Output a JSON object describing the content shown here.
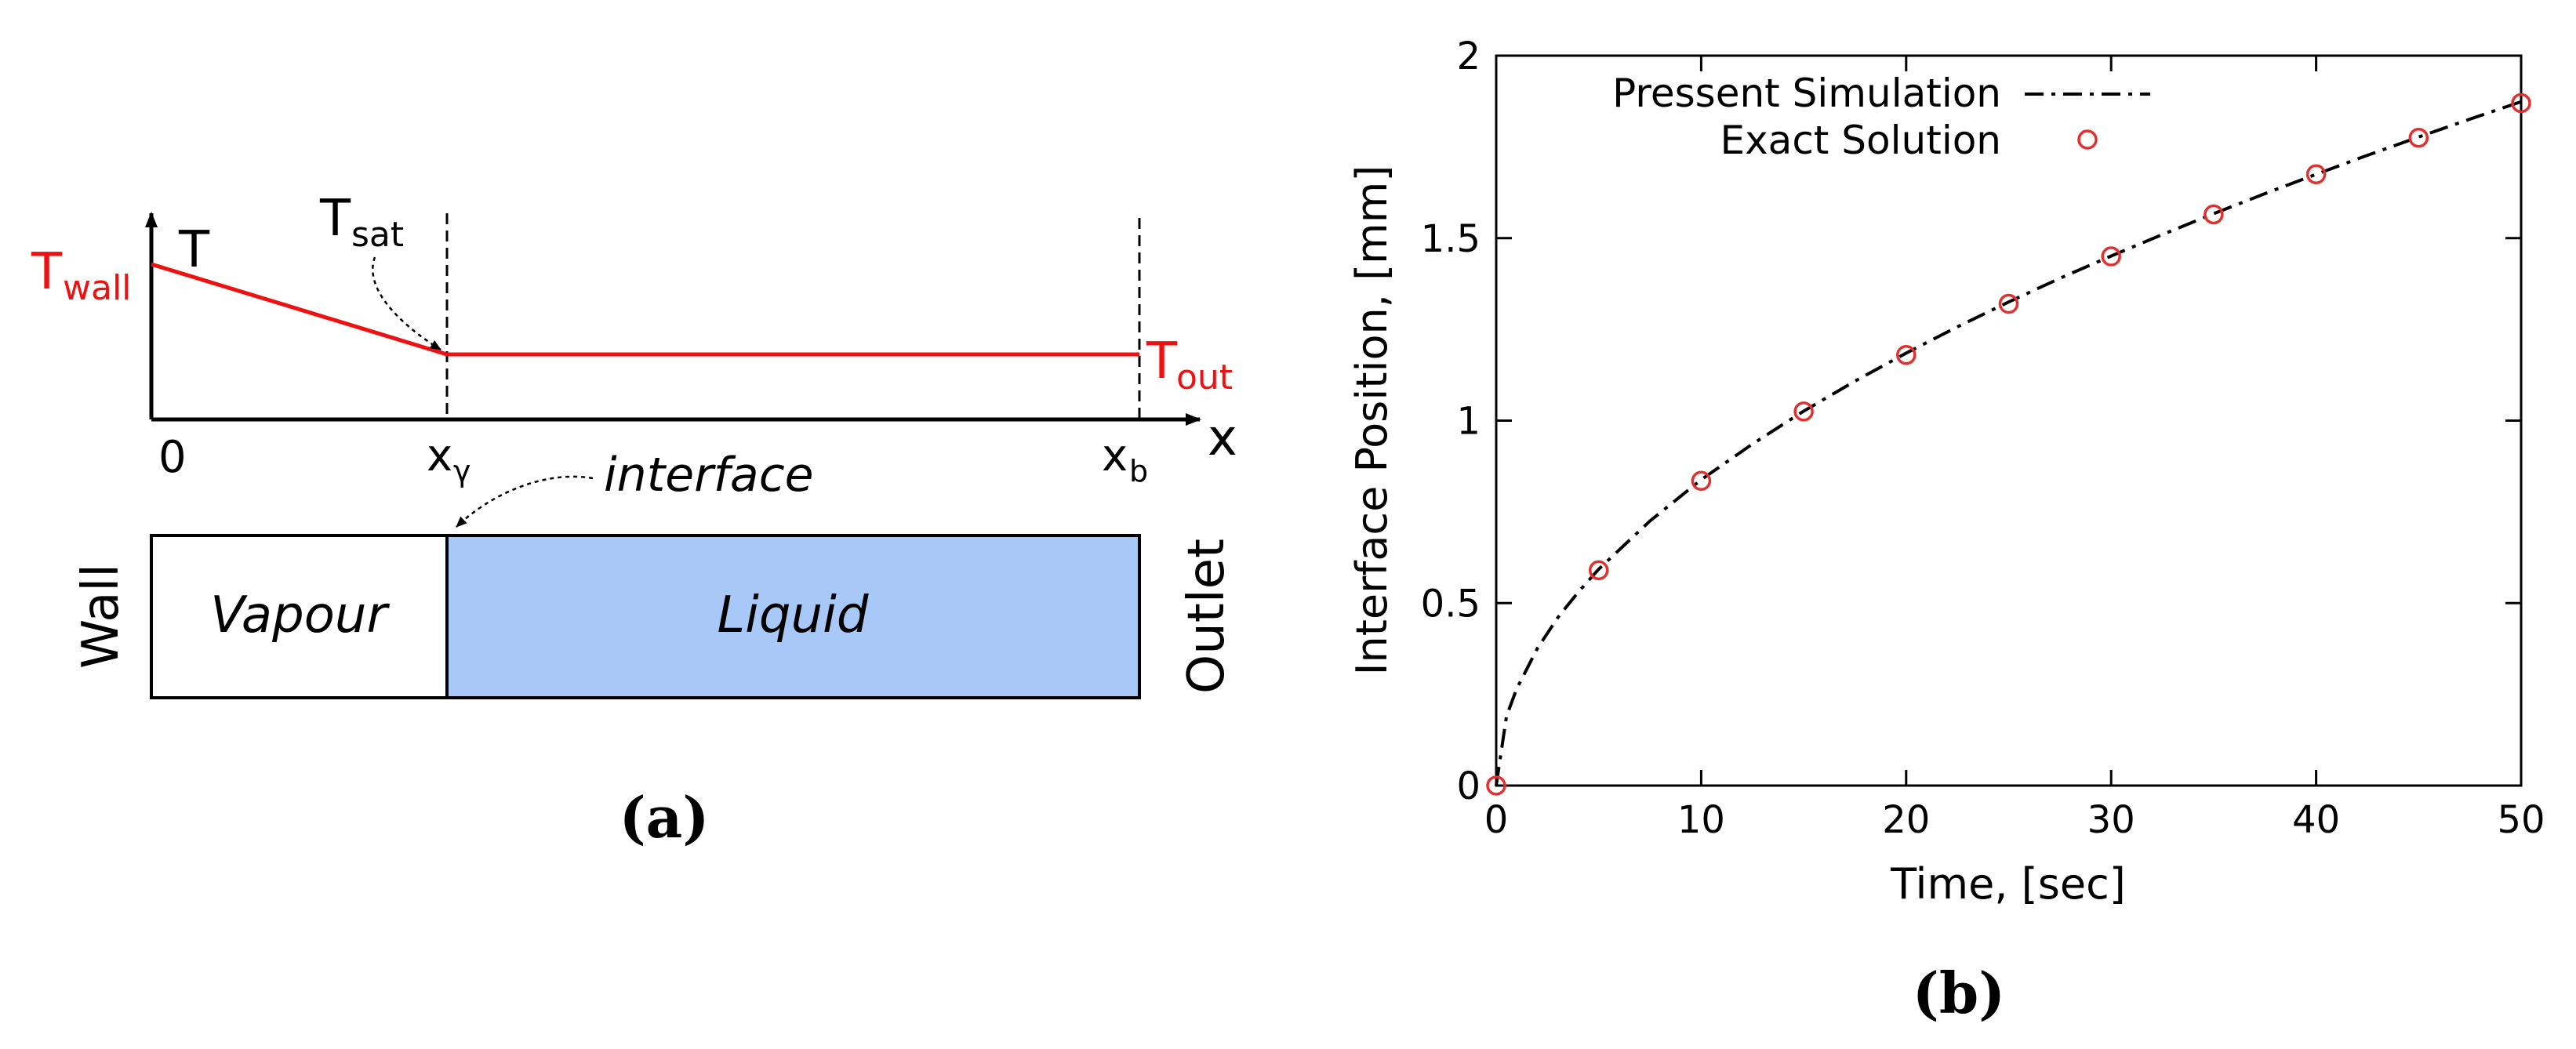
{
  "panel_a": {
    "caption": "(a)",
    "axis": {
      "y_symbol": "T",
      "x_symbol": "x"
    },
    "ticks": {
      "origin": "0",
      "x_gamma_main": "x",
      "x_gamma_sub": "γ",
      "x_b_main": "x",
      "x_b_sub": "b"
    },
    "labels": {
      "t_wall_main": "T",
      "t_wall_sub": "wall",
      "t_sat_main": "T",
      "t_sat_sub": "sat",
      "t_out_main": "T",
      "t_out_sub": "out",
      "interface": "interface"
    },
    "domain": {
      "left_boundary": "Wall",
      "right_boundary": "Outlet",
      "vapour": "Vapour",
      "liquid": "Liquid"
    },
    "colors": {
      "profile": "#ee1111",
      "liquid_fill": "#a8c8f8",
      "axes": "#000000"
    }
  },
  "panel_b": {
    "caption": "(b)",
    "colors": {
      "line": "#000000",
      "markers": "#e03030"
    }
  },
  "chart_data": {
    "type": "line",
    "xlabel": "Time, [sec]",
    "ylabel": "Interface Position, [mm]",
    "xlim": [
      0,
      50
    ],
    "ylim": [
      0,
      2
    ],
    "xticks": [
      0,
      10,
      20,
      30,
      40,
      50
    ],
    "yticks": [
      0,
      0.5,
      1,
      1.5,
      2
    ],
    "ytick_labels": [
      "0",
      "0.5",
      "1",
      "1.5",
      "2"
    ],
    "xtick_labels": [
      "0",
      "10",
      "20",
      "30",
      "40",
      "50"
    ],
    "legend_position": "top-right",
    "series": [
      {
        "name": "Pressent Simulation",
        "style": "dash-dot line",
        "x": [
          0,
          0.5,
          1,
          2,
          3,
          4,
          5,
          7.5,
          10,
          12.5,
          15,
          17.5,
          20,
          22.5,
          25,
          27.5,
          30,
          32.5,
          35,
          37.5,
          40,
          42.5,
          45,
          47.5,
          50
        ],
        "y": [
          0,
          0.19,
          0.265,
          0.375,
          0.46,
          0.53,
          0.593,
          0.725,
          0.838,
          0.936,
          1.026,
          1.108,
          1.185,
          1.257,
          1.325,
          1.39,
          1.451,
          1.51,
          1.567,
          1.622,
          1.675,
          1.727,
          1.777,
          1.826,
          1.874
        ]
      },
      {
        "name": "Exact Solution",
        "style": "circle markers",
        "x": [
          0,
          5,
          10,
          15,
          20,
          25,
          30,
          35,
          40,
          45,
          50
        ],
        "y": [
          0,
          0.59,
          0.835,
          1.025,
          1.18,
          1.32,
          1.45,
          1.565,
          1.675,
          1.775,
          1.87
        ]
      }
    ]
  }
}
